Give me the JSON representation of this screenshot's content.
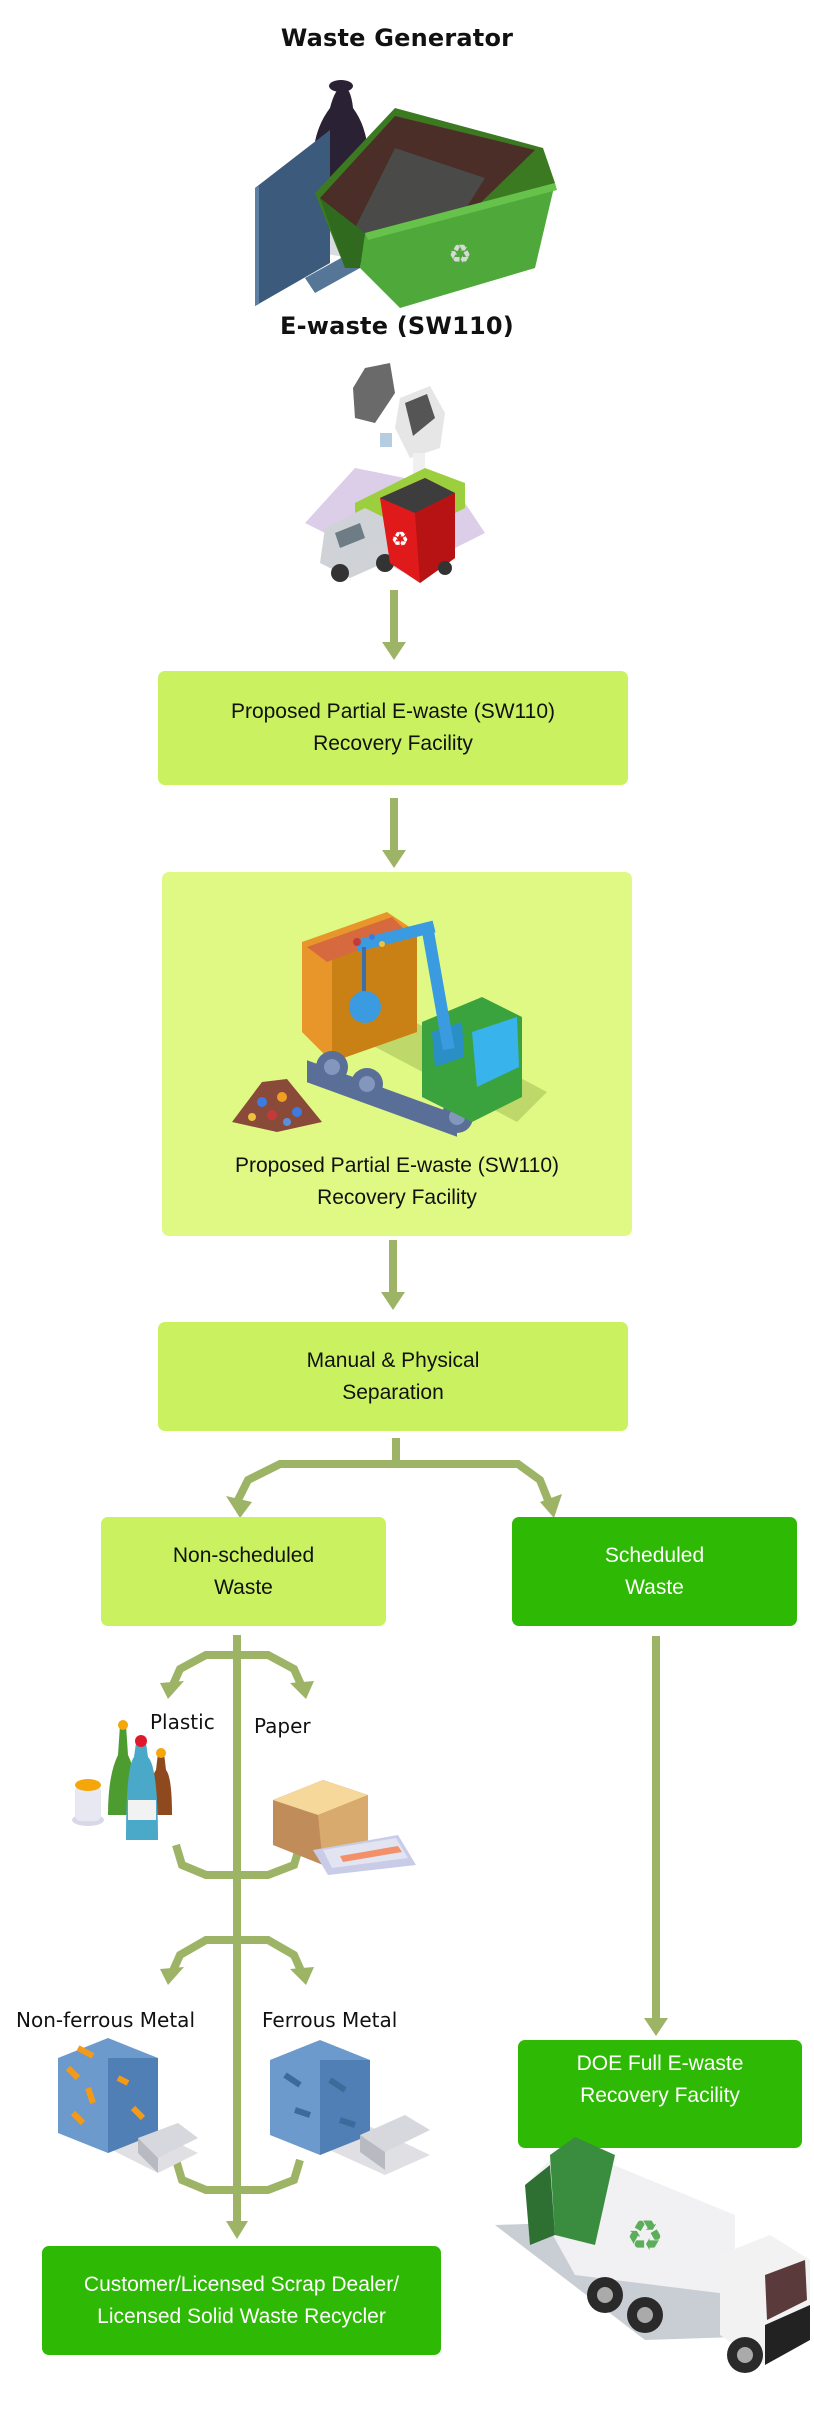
{
  "diagram": {
    "title": "Waste Generator",
    "subtitle": "E-waste (SW110)",
    "colors": {
      "connector": "#9db466",
      "box_light": "#c9f160",
      "box_pale": "#e0f985",
      "box_dark": "#2eb904"
    },
    "nodes": {
      "proposed_facility_1": {
        "line1": "Proposed Partial E-waste (SW110)",
        "line2": "Recovery Facility"
      },
      "proposed_facility_2": {
        "line1": "Proposed Partial E-waste (SW110)",
        "line2": "Recovery Facility"
      },
      "separation": {
        "line1": "Manual & Physical",
        "line2": "Separation"
      },
      "non_scheduled": {
        "line1": "Non-scheduled",
        "line2": "Waste"
      },
      "scheduled": {
        "line1": "Scheduled",
        "line2": "Waste"
      },
      "doe_facility": {
        "line1": "DOE Full E-waste",
        "line2": "Recovery Facility"
      },
      "customer": {
        "line1": "Customer/Licensed Scrap Dealer/",
        "line2": "Licensed Solid Waste Recycler"
      }
    },
    "materials": {
      "plastic": "Plastic",
      "paper": "Paper",
      "non_ferrous": "Non-ferrous Metal",
      "ferrous": "Ferrous Metal"
    },
    "illustrations": {
      "generator": "skip-bin-with-monitor-and-bag-illustration",
      "collection": "garbage-truck-with-red-bin-illustration",
      "facility": "dump-truck-with-crane-illustration",
      "plastic": "bottles-illustration",
      "paper": "box-and-newspaper-illustration",
      "non_ferrous": "non-ferrous-metal-bale-illustration",
      "ferrous": "ferrous-metal-bale-illustration",
      "doe_truck": "recycling-garbage-truck-illustration"
    }
  }
}
